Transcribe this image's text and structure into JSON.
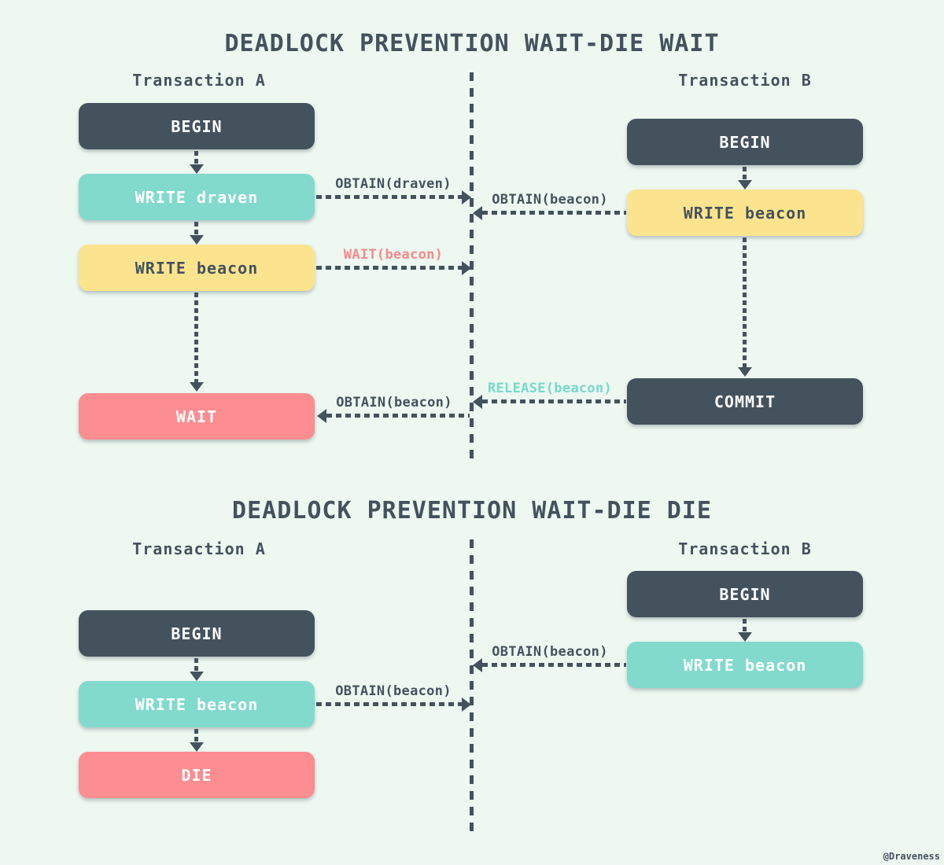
{
  "colors": {
    "dark": "#44525E",
    "teal": "#82DACD",
    "yellow": "#FCE48F",
    "red": "#FC8D90",
    "bg": "#EDF8F1",
    "pink_label": "#F8888B",
    "teal_label": "#76D9CA",
    "light_text": "#FFFFFF"
  },
  "diagrams": [
    {
      "title": "DEADLOCK PREVENTION WAIT-DIE WAIT",
      "lanes": {
        "a": {
          "header": "Transaction A"
        },
        "b": {
          "header": "Transaction B"
        }
      },
      "nodes": {
        "a_begin": {
          "label": "BEGIN",
          "color": "dark"
        },
        "a_write_draven": {
          "label": "WRITE draven",
          "color": "teal"
        },
        "a_write_beacon": {
          "label": "WRITE beacon",
          "color": "yellow"
        },
        "a_wait": {
          "label": "WAIT",
          "color": "red"
        },
        "b_begin": {
          "label": "BEGIN",
          "color": "dark"
        },
        "b_write_beacon": {
          "label": "WRITE beacon",
          "color": "yellow"
        },
        "b_commit": {
          "label": "COMMIT",
          "color": "dark"
        }
      },
      "messages": {
        "obtain_draven": {
          "label": "OBTAIN(draven)",
          "direction": "right",
          "color": "dark"
        },
        "obtain_beacon_b": {
          "label": "OBTAIN(beacon)",
          "direction": "left",
          "color": "dark"
        },
        "wait_beacon": {
          "label": "WAIT(beacon)",
          "direction": "right",
          "color": "pink"
        },
        "release_beacon": {
          "label": "RELEASE(beacon)",
          "direction": "left",
          "color": "teal"
        },
        "obtain_beacon_wait": {
          "label": "OBTAIN(beacon)",
          "direction": "left",
          "color": "dark"
        }
      }
    },
    {
      "title": "DEADLOCK PREVENTION WAIT-DIE DIE",
      "lanes": {
        "a": {
          "header": "Transaction A"
        },
        "b": {
          "header": "Transaction B"
        }
      },
      "nodes": {
        "a_begin": {
          "label": "BEGIN",
          "color": "dark"
        },
        "a_write_beacon": {
          "label": "WRITE beacon",
          "color": "teal"
        },
        "a_die": {
          "label": "DIE",
          "color": "red"
        },
        "b_begin": {
          "label": "BEGIN",
          "color": "dark"
        },
        "b_write_beacon": {
          "label": "WRITE beacon",
          "color": "teal"
        }
      },
      "messages": {
        "obtain_beacon_b": {
          "label": "OBTAIN(beacon)",
          "direction": "left",
          "color": "dark"
        },
        "obtain_beacon_a": {
          "label": "OBTAIN(beacon)",
          "direction": "right",
          "color": "dark"
        }
      }
    }
  ],
  "footer": {
    "credit": "@Draveness"
  }
}
